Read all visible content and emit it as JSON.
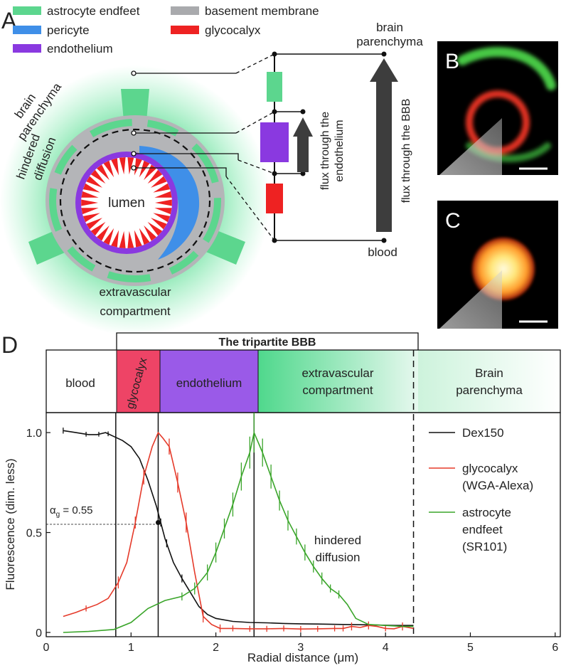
{
  "panelA": {
    "letter": "A",
    "legend": [
      {
        "label": "astrocyte endfeet",
        "color": "#5cd68e"
      },
      {
        "label": "pericyte",
        "color": "#3f8fe8"
      },
      {
        "label": "endothelium",
        "color": "#8a39e0"
      },
      {
        "label": "basement membrane",
        "color": "#a9aaad"
      },
      {
        "label": "glycocalyx",
        "color": "#ee2222"
      }
    ],
    "labels": {
      "brain": "brain",
      "parenchyma": "parenchyma",
      "hindered": "hindered",
      "diffusion": "diffusion",
      "lumen": "lumen",
      "extravascular": "extravascular",
      "compartment": "compartment",
      "circuit_top1": "brain",
      "circuit_top2": "parenchyma",
      "circuit_bottom": "blood",
      "flux_endo_1": "flux through the",
      "flux_endo_2": "endothelium",
      "flux_bbb": "flux through the BBB"
    }
  },
  "panelB": {
    "letter": "B"
  },
  "panelC": {
    "letter": "C"
  },
  "panelD": {
    "letter": "D",
    "bracket_title": "The tripartite BBB",
    "bands": {
      "blood": "blood",
      "glycocalyx": "glycocalyx",
      "endothelium": "endothelium",
      "extravascular_1": "extravascular",
      "extravascular_2": "compartment",
      "brain_1": "Brain",
      "brain_2": "parenchyma"
    },
    "annotation_alpha": "α",
    "annotation_alpha_sub": "g",
    "annotation_alpha_value": " = 0.55",
    "annotation_hindered_1": "hindered",
    "annotation_hindered_2": "diffusion",
    "legend": [
      {
        "label_1": "Dex150",
        "label_2": "",
        "color": "#111111"
      },
      {
        "label_1": "glycocalyx",
        "label_2": "(WGA-Alexa)",
        "color": "#e53a2a"
      },
      {
        "label_1": "astrocyte",
        "label_2": "endfeet",
        "label_3": "(SR101)",
        "color": "#3aa52a"
      }
    ]
  },
  "chart_data": {
    "type": "line",
    "xlabel": "Radial distance (μm)",
    "ylabel": "Fluorescence (dim. less)",
    "xlim": [
      0,
      6
    ],
    "ylim": [
      0,
      1.1
    ],
    "xticks": [
      "0",
      "1",
      "2",
      "3",
      "4",
      "5",
      "6"
    ],
    "yticks": [
      "0",
      "0.5",
      "1.0"
    ],
    "vlines": [
      0.82,
      1.32,
      2.45
    ],
    "dashed_vline": 4.33,
    "alpha_point": {
      "x": 1.32,
      "y": 0.55
    },
    "series": [
      {
        "name": "Dex150",
        "color": "#111111",
        "x": [
          0.2,
          0.35,
          0.5,
          0.6,
          0.7,
          0.8,
          0.9,
          1.0,
          1.1,
          1.2,
          1.3,
          1.4,
          1.5,
          1.6,
          1.7,
          1.8,
          1.9,
          2.0,
          2.2,
          2.4,
          2.6,
          2.8,
          3.0,
          3.2,
          3.5,
          3.8,
          4.1,
          4.33
        ],
        "y": [
          1.01,
          1.0,
          0.99,
          0.99,
          1.0,
          0.98,
          0.96,
          0.93,
          0.87,
          0.76,
          0.63,
          0.47,
          0.35,
          0.27,
          0.2,
          0.13,
          0.09,
          0.07,
          0.055,
          0.05,
          0.048,
          0.045,
          0.043,
          0.042,
          0.04,
          0.038,
          0.035,
          0.035
        ],
        "err_x": [
          0.2,
          0.47,
          0.62,
          0.73,
          1.35,
          1.42,
          1.6
        ],
        "err": [
          0.015,
          0.012,
          0.012,
          0.012,
          0.02,
          0.02,
          0.02
        ]
      },
      {
        "name": "glycocalyx (WGA-Alexa)",
        "color": "#e53a2a",
        "x": [
          0.2,
          0.35,
          0.47,
          0.6,
          0.73,
          0.85,
          0.95,
          1.05,
          1.15,
          1.25,
          1.32,
          1.38,
          1.45,
          1.55,
          1.65,
          1.75,
          1.85,
          1.95,
          2.05,
          2.2,
          2.4,
          2.6,
          2.8,
          3.0,
          3.2,
          3.4,
          3.5,
          3.6,
          3.7,
          3.8,
          3.9,
          4.0,
          4.1,
          4.2,
          4.33
        ],
        "y": [
          0.08,
          0.1,
          0.12,
          0.14,
          0.17,
          0.25,
          0.35,
          0.55,
          0.78,
          0.93,
          1.0,
          0.97,
          0.93,
          0.75,
          0.55,
          0.3,
          0.08,
          0.04,
          0.02,
          0.02,
          0.018,
          0.018,
          0.02,
          0.017,
          0.018,
          0.02,
          0.02,
          0.03,
          0.025,
          0.035,
          0.03,
          0.02,
          0.018,
          0.03,
          0.02
        ],
        "err_x": [
          0.47,
          0.85,
          1.05,
          1.15,
          1.45,
          1.55,
          1.65,
          1.85,
          2.05,
          2.2,
          2.4,
          2.6,
          2.8,
          3.0,
          3.2,
          3.4,
          3.5,
          3.6,
          3.8,
          4.0,
          4.2
        ],
        "err": [
          0.015,
          0.03,
          0.03,
          0.04,
          0.04,
          0.05,
          0.05,
          0.03,
          0.02,
          0.015,
          0.015,
          0.015,
          0.015,
          0.015,
          0.015,
          0.015,
          0.015,
          0.02,
          0.02,
          0.015,
          0.02
        ]
      },
      {
        "name": "astrocyte endfeet (SR101)",
        "color": "#3aa52a",
        "x": [
          0.2,
          0.5,
          0.8,
          1.0,
          1.2,
          1.4,
          1.6,
          1.75,
          1.9,
          2.0,
          2.1,
          2.2,
          2.3,
          2.4,
          2.45,
          2.55,
          2.65,
          2.75,
          2.85,
          2.95,
          3.05,
          3.15,
          3.25,
          3.35,
          3.45,
          3.55,
          3.65,
          3.8,
          4.0,
          4.2,
          4.33
        ],
        "y": [
          0.0,
          0.005,
          0.015,
          0.05,
          0.12,
          0.16,
          0.18,
          0.22,
          0.3,
          0.4,
          0.52,
          0.64,
          0.78,
          0.9,
          1.0,
          0.9,
          0.78,
          0.66,
          0.56,
          0.48,
          0.4,
          0.33,
          0.27,
          0.22,
          0.19,
          0.14,
          0.07,
          0.04,
          0.035,
          0.03,
          0.03
        ],
        "err_x": [
          1.6,
          1.75,
          1.9,
          2.0,
          2.1,
          2.2,
          2.3,
          2.4,
          2.45,
          2.55,
          2.65,
          2.75,
          2.85,
          2.95,
          3.05,
          3.15,
          3.25,
          3.35,
          3.45
        ],
        "err": [
          0.02,
          0.03,
          0.04,
          0.05,
          0.05,
          0.06,
          0.07,
          0.08,
          0.1,
          0.07,
          0.06,
          0.05,
          0.05,
          0.04,
          0.04,
          0.03,
          0.03,
          0.02,
          0.02
        ]
      }
    ]
  }
}
